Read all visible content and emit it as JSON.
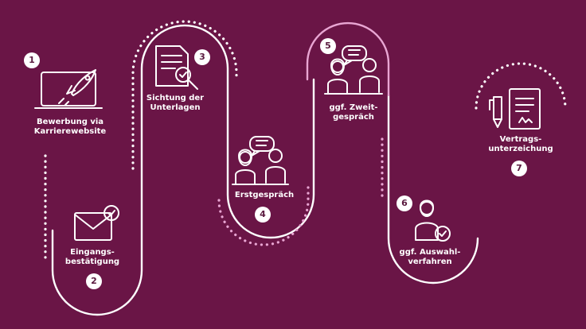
{
  "colors": {
    "background": "#6a1546",
    "line": "#ffffff",
    "accent": "#e9a6d3",
    "badge_text": "#5a1a3f"
  },
  "steps": [
    {
      "number": "1",
      "label_lines": [
        "Bewerbung via",
        "Karrierewebsite"
      ],
      "icon": "laptop-rocket-icon"
    },
    {
      "number": "2",
      "label_lines": [
        "Eingangs-",
        "bestätigung"
      ],
      "icon": "envelope-check-icon"
    },
    {
      "number": "3",
      "label_lines": [
        "Sichtung der",
        "Unterlagen"
      ],
      "icon": "document-magnifier-icon"
    },
    {
      "number": "4",
      "label_lines": [
        "Erstgespräch"
      ],
      "icon": "conversation-icon"
    },
    {
      "number": "5",
      "label_lines": [
        "ggf. Zweit-",
        "gespräch"
      ],
      "icon": "conversation-icon"
    },
    {
      "number": "6",
      "label_lines": [
        "ggf. Auswahl-",
        "verfahren"
      ],
      "icon": "person-check-icon"
    },
    {
      "number": "7",
      "label_lines": [
        "Vertrags-",
        "unterzeichung"
      ],
      "icon": "contract-pen-icon"
    }
  ]
}
